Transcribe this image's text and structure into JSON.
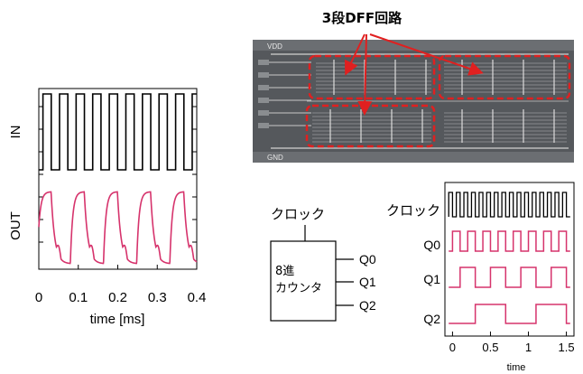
{
  "colors": {
    "out_trace": "#d6336c",
    "in_trace": "#000000",
    "highlight": "#e02020",
    "chip_bg": "#55585c",
    "chip_wire": "#c9c9c9"
  },
  "chip": {
    "title": "3段DFF回路",
    "vdd_label": "VDD",
    "gnd_label": "GND"
  },
  "counter": {
    "clock_label": "クロック",
    "block_label_line1": "8進",
    "block_label_line2": "カウンタ",
    "outputs": [
      "Q0",
      "Q1",
      "Q2"
    ]
  },
  "chart_data": [
    {
      "type": "line",
      "series": [
        {
          "name": "IN",
          "shape": "square wave",
          "period_ms": 0.042,
          "levels": [
            0,
            1
          ]
        },
        {
          "name": "OUT",
          "shape": "RC-like response",
          "period_ms": 0.084
        }
      ],
      "xlabel": "time [ms]",
      "ylabel_top": "IN",
      "ylabel_bottom": "OUT",
      "xticks": [
        "0",
        "0.1",
        "0.2",
        "0.3",
        "0.4"
      ],
      "xlim": [
        0,
        0.4
      ],
      "grid": false
    },
    {
      "type": "line",
      "series": [
        {
          "name": "クロック",
          "shape": "square wave",
          "period": 0.1
        },
        {
          "name": "Q0",
          "shape": "square wave",
          "period": 0.2
        },
        {
          "name": "Q1",
          "shape": "square wave",
          "period": 0.4
        },
        {
          "name": "Q2",
          "shape": "square wave",
          "period": 0.8
        }
      ],
      "xlabel": "time",
      "xticks": [
        "0",
        "0.5",
        "1",
        "1.5"
      ],
      "xlim": [
        -0.1,
        1.6
      ],
      "grid": false
    }
  ]
}
